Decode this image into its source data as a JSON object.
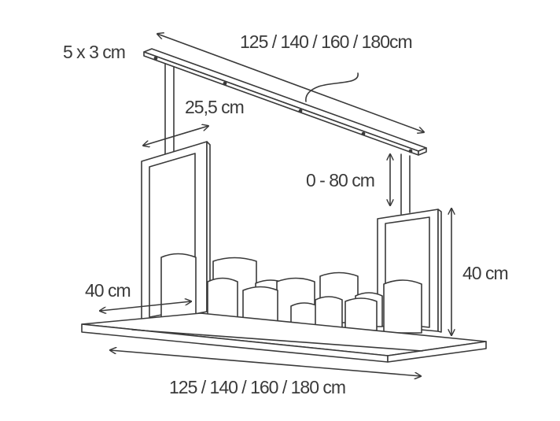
{
  "labels": {
    "beam_section": "5 x 3 cm",
    "top_length": "125  / 140 / 160 / 180cm",
    "depth": "25,5 cm",
    "drop": "0 - 80 cm",
    "frame_height": "40 cm",
    "bottom_depth": "40 cm",
    "bottom_length": "125 / 140 / 160 / 180 cm"
  },
  "colors": {
    "line": "#3a3a3a",
    "background": "#ffffff"
  }
}
